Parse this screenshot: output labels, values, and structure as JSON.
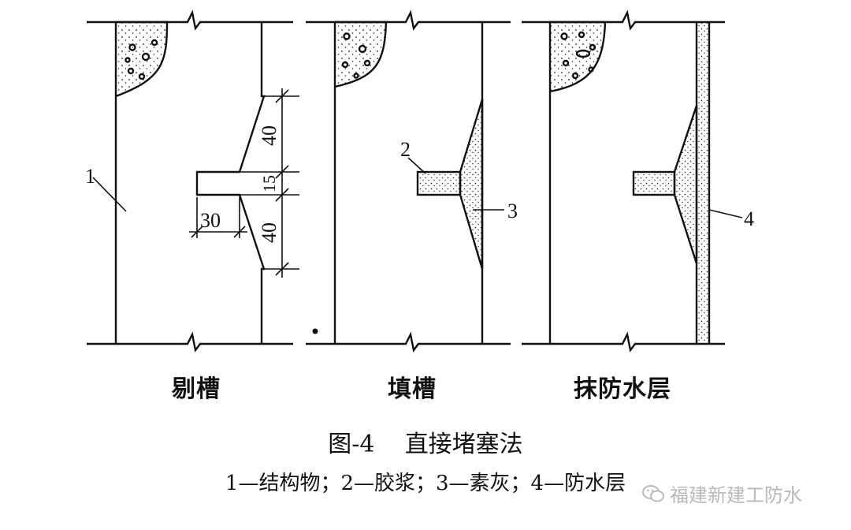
{
  "panels": [
    {
      "label": "剔槽"
    },
    {
      "label": "填槽"
    },
    {
      "label": "抹防水层"
    }
  ],
  "dimensions": {
    "upper_slope": "40",
    "groove_height": "15",
    "lower_slope": "40",
    "groove_depth": "30"
  },
  "callouts": {
    "structure": "1",
    "cement_paste": "2",
    "lime": "3",
    "waterproof_layer": "4"
  },
  "caption": {
    "figure_no": "图-4",
    "title": "直接堵塞法"
  },
  "legend": "1—结构物；2—胶浆；3—素灰；4—防水层",
  "watermark": "福建新建工防水",
  "colors": {
    "line": "#111111",
    "watermark": "#b9b9b9"
  }
}
